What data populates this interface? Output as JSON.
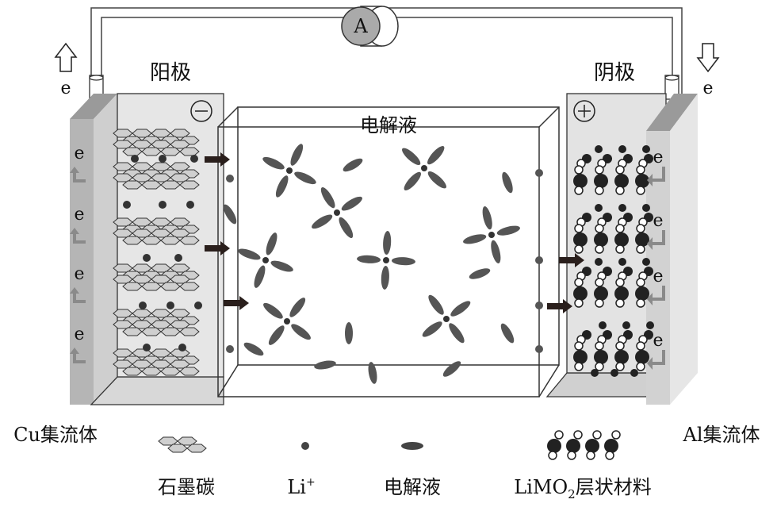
{
  "ammeter": {
    "label": "A"
  },
  "electrodes": {
    "anode_label": "阳极",
    "cathode_label": "阴极",
    "anode_sign": "−",
    "cathode_sign": "+"
  },
  "electron_label": "e",
  "electrolyte_label": "电解液",
  "collectors": {
    "left": "Cu集流体",
    "right": "Al集流体"
  },
  "legend": {
    "graphite": "石墨碳",
    "li_ion": "Li",
    "li_ion_sup": "+",
    "electrolyte": "电解液",
    "limo2_prefix": "LiMO",
    "limo2_sub": "2",
    "limo2_suffix": "层状材料"
  },
  "colors": {
    "plate": "#e3e3e3",
    "collector": "#bdbdbd",
    "dark": "#3a3a3a",
    "arrow": "#2a1f1c",
    "eArrow": "#8a8a8a"
  }
}
